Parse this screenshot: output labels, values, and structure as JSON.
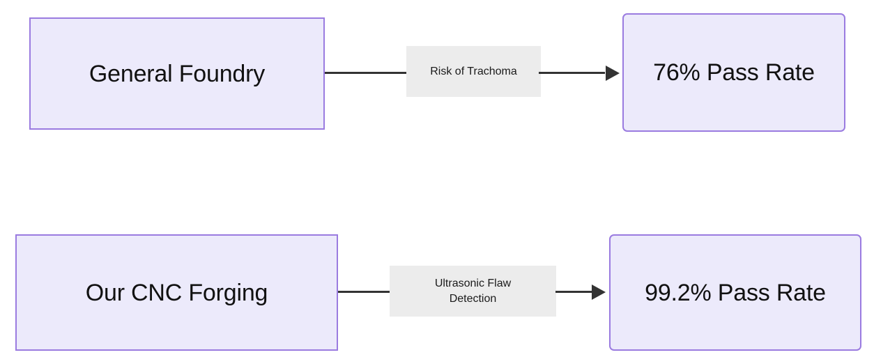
{
  "diagram": {
    "type": "flowchart",
    "direction": "left-to-right",
    "background_color": "#ffffff",
    "node_fill_color": "#ECEAFB",
    "node_border_color": "#9A7BE0",
    "edge_color": "#333333",
    "edge_label_background": "#ECECEC",
    "nodes": [
      {
        "id": "general-foundry",
        "label": "General Foundry",
        "shape": "rectangle"
      },
      {
        "id": "pass-rate-76",
        "label": "76% Pass Rate",
        "shape": "rounded-rectangle"
      },
      {
        "id": "cnc-forging",
        "label": "Our CNC Forging",
        "shape": "rectangle"
      },
      {
        "id": "pass-rate-99",
        "label": "99.2% Pass Rate",
        "shape": "rounded-rectangle"
      }
    ],
    "edges": [
      {
        "id": "edge-top",
        "from": "general-foundry",
        "to": "pass-rate-76",
        "label": "Risk of Trachoma",
        "label_lines": [
          "Risk of Trachoma"
        ],
        "arrow": "arrowhead-right"
      },
      {
        "id": "edge-bottom",
        "from": "cnc-forging",
        "to": "pass-rate-99",
        "label": "Ultrasonic Flaw Detection",
        "label_lines": [
          "Ultrasonic Flaw",
          "Detection"
        ],
        "arrow": "arrowhead-right"
      }
    ]
  }
}
